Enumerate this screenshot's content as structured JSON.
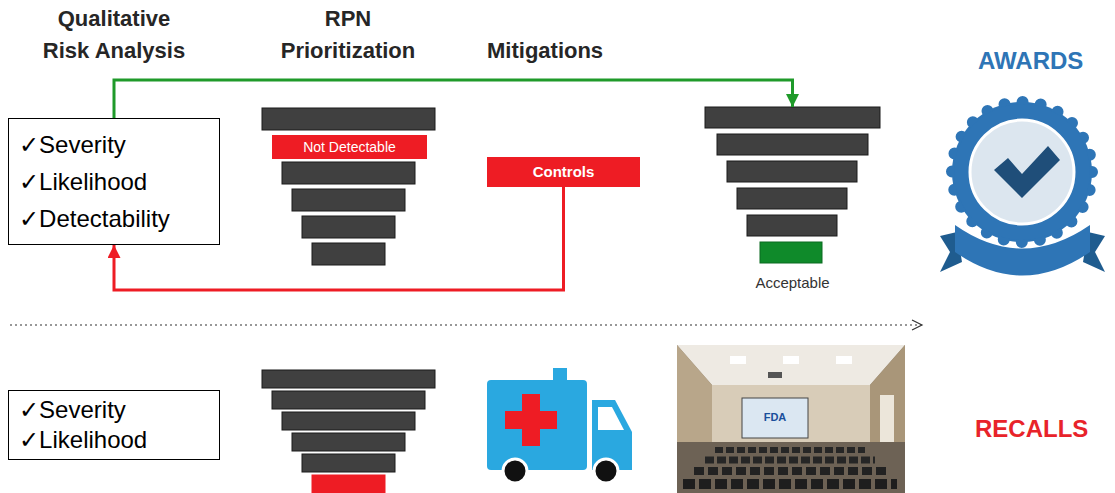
{
  "diagram": {
    "nodes": [
      {
        "text": [
          "✓Severity",
          "✓Likelihood",
          "✓Detectability"
        ]
      },
      {
        "text": [
          "Not Detectable"
        ]
      },
      {
        "text": [
          "Controls"
        ]
      },
      {
        "text": [
          "Acceptable"
        ]
      },
      {
        "text": [
          "✓Severity",
          "✓Likelihood"
        ]
      }
    ],
    "edges": [
      {
        "from": 0,
        "to": 3,
        "arrow": "to"
      },
      {
        "from": 2,
        "to": 0,
        "arrow": "to"
      }
    ],
    "labels": [
      "Qualitative Risk Analysis",
      "RPN Prioritization",
      "Mitigations",
      "AWARDS",
      "RECALLS",
      "FDA"
    ]
  }
}
